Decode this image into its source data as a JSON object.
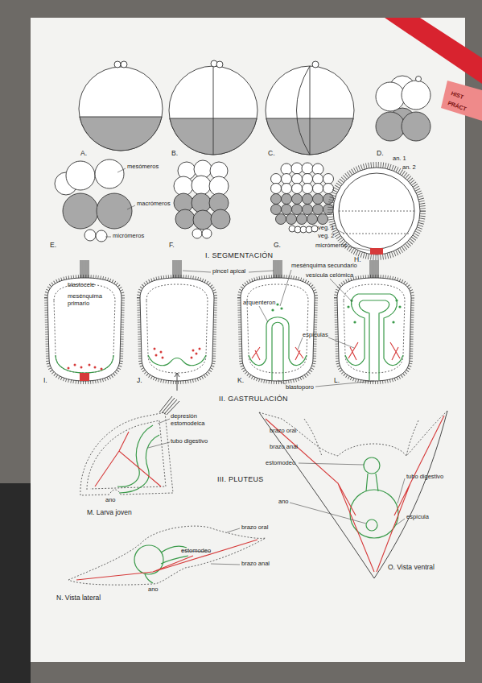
{
  "diagram": {
    "labels": [
      "A.",
      "B.",
      "C.",
      "D.",
      "mesómeros",
      "macrómeros",
      "micrómeros",
      "E.",
      "F.",
      "G.",
      "an. 1",
      "an. 2",
      "veg. 1",
      "veg. 2",
      "micrómeros",
      "H.",
      "I. SEGMENTACIÓN",
      "blastocele",
      "mesénquima primario",
      "pincel apical",
      "mesénquima secundario",
      "vesícula celómica",
      "arquenteron",
      "espículas",
      "blastoporo",
      "I.",
      "J.",
      "K.",
      "L.",
      "II. GASTRULACIÓN",
      "depresión estomodeica",
      "tubo digestivo",
      "ano",
      "M. Larva joven",
      "III. PLUTEUS",
      "brazo oral",
      "brazo anal",
      "estomodeo",
      "tubo digestivo",
      "ano",
      "espícula",
      "O. Vista ventral",
      "brazo oral",
      "estomodeo",
      "brazo anal",
      "ano",
      "N. Vista lateral",
      "HIST",
      "PRÁCT"
    ]
  }
}
